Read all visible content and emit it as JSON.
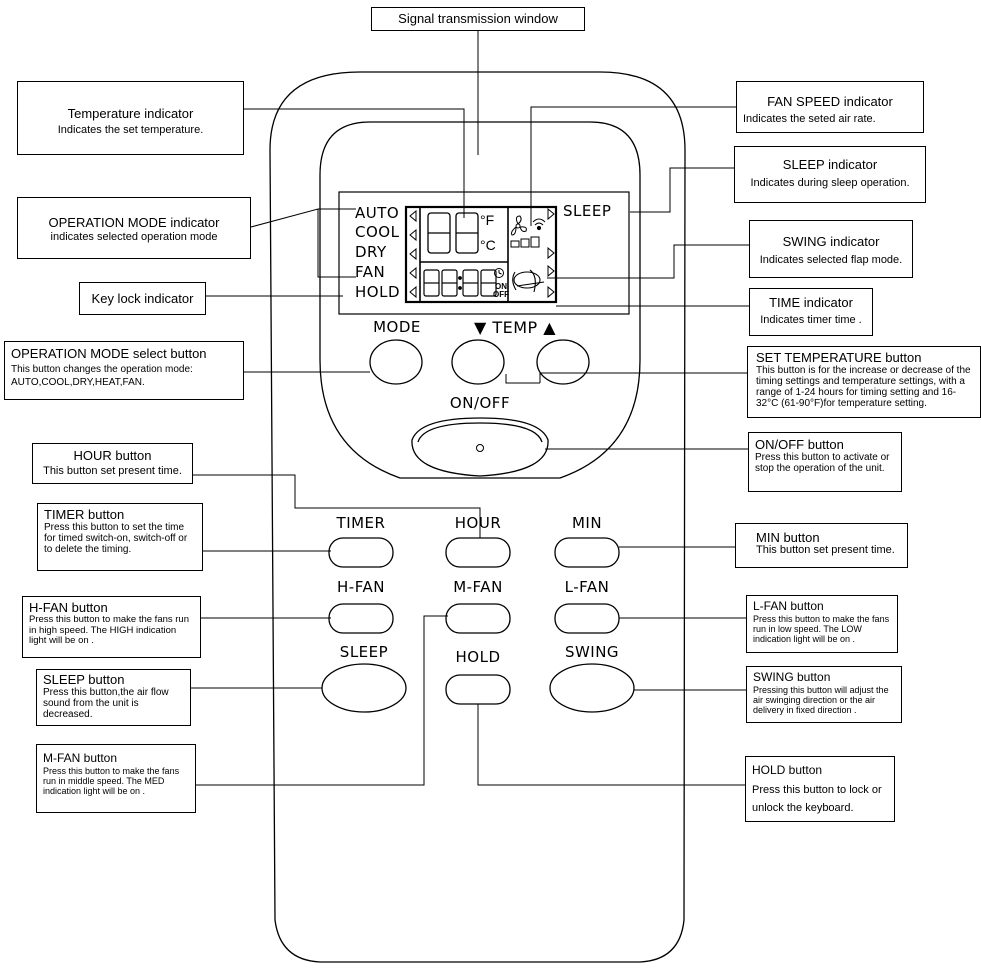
{
  "callouts": {
    "signal": {
      "title": "Signal transmission window"
    },
    "temperature": {
      "title": "Temperature indicator",
      "desc": "Indicates the set temperature."
    },
    "operation_mode": {
      "title": "OPERATION MODE indicator",
      "desc": "indicates selected operation mode"
    },
    "key_lock": {
      "title": "Key lock  indicator"
    },
    "fan_speed": {
      "title": "FAN SPEED  indicator",
      "desc": "Indicates the seted air rate."
    },
    "sleep_ind": {
      "title": "SLEEP  indicator",
      "desc": "Indicates during sleep operation."
    },
    "swing_ind": {
      "title": "SWING indicator",
      "desc": "Indicates selected flap mode."
    },
    "time_ind": {
      "title": "TIME indicator",
      "desc": "Indicates timer time ."
    },
    "set_temp": {
      "title": "SET TEMPERATURE button",
      "desc": "This button is for the increase or decrease of the timing settings and temperature settings, with a range of 1-24 hours for timing setting and 16-32°C (61-90°F)for temperature setting."
    },
    "mode_select": {
      "title": "OPERATION MODE select button",
      "desc": "This button changes  the operation mode:\nAUTO,COOL,DRY,HEAT,FAN."
    },
    "onoff": {
      "title": "ON/OFF button",
      "desc": "Press this button to activate or stop the operation of the unit."
    },
    "hour": {
      "title": "HOUR button",
      "desc": "This button set present time."
    },
    "timer": {
      "title": "TIMER button",
      "desc": "Press this button to set the time for timed switch-on, switch-off or to delete the timing."
    },
    "min": {
      "title": "MIN button",
      "desc": "This button set present time."
    },
    "hfan": {
      "title": "H-FAN button",
      "desc": "Press this button to make the fans run in high speed. The HIGH indication  light will be on ."
    },
    "lfan": {
      "title": "L-FAN button",
      "desc": "Press this button to make the fans run in low speed. The LOW indication  light will be on ."
    },
    "sleep_btn": {
      "title": "SLEEP  button",
      "desc": "Press this button,the air flow sound from the unit is decreased."
    },
    "swing_btn": {
      "title": "SWING  button",
      "desc": "Pressing  this button will adjust the air swinging direction or the air delivery in fixed direction ."
    },
    "mfan": {
      "title": "M-FAN button",
      "desc": "Press this button to make the fans run in middle speed. The MED indication  light will be on ."
    },
    "hold": {
      "title": "HOLD  button",
      "desc": "Press this button to lock or unlock the keyboard."
    }
  },
  "display": {
    "modes": [
      "AUTO",
      "COOL",
      "DRY",
      "FAN",
      "HOLD"
    ],
    "sleep": "SLEEP",
    "temp_digits": "88",
    "time_digits": "88:88",
    "unit_f": "°F",
    "unit_c": "°C",
    "timer_on": "ON",
    "timer_off": "OFF"
  },
  "remote": {
    "mode": "MODE",
    "temp": "▼ TEMP ▲",
    "onoff": "ON/OFF",
    "timer": "TIMER",
    "hour": "HOUR",
    "min": "MIN",
    "hfan": "H-FAN",
    "mfan": "M-FAN",
    "lfan": "L-FAN",
    "sleep": "SLEEP",
    "hold": "HOLD",
    "swing": "SWING"
  }
}
